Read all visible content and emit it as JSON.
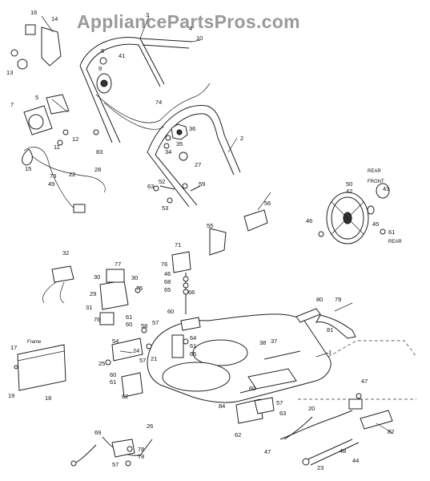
{
  "watermark": "AppliancePartsPros.com",
  "callouts": {
    "c1": "1",
    "c2": "2",
    "c3": "3",
    "c4": "4",
    "c5": "5",
    "c6": "6",
    "c7": "7",
    "c9": "9",
    "c10": "10",
    "c11": "11",
    "c12": "12",
    "c13": "13",
    "c14": "14",
    "c15": "15",
    "c16": "16",
    "c17": "17",
    "c18": "18",
    "c19": "19",
    "c20": "20",
    "c21": "21",
    "c22": "22",
    "c23": "23",
    "c24": "24",
    "c25": "25",
    "c26": "26",
    "c27": "27",
    "c28": "28",
    "c29": "29",
    "c30a": "30",
    "c30b": "30",
    "c31": "31",
    "c32": "32",
    "c33": "33",
    "c34": "34",
    "c35": "35",
    "c36": "36",
    "c37": "37",
    "c38": "38",
    "c41": "41",
    "c42": "42",
    "c43": "43",
    "c44": "44",
    "c45": "45",
    "c46a": "46",
    "c46b": "46",
    "c47a": "47",
    "c47b": "47",
    "c48": "48",
    "c49": "49",
    "c50": "50",
    "c52": "52",
    "c53": "53",
    "c54": "54",
    "c55": "55",
    "c56": "56",
    "c57a": "57",
    "c57b": "57",
    "c57c": "57",
    "c58": "58",
    "c59": "59",
    "c60a": "60",
    "c60b": "60",
    "c60c": "60",
    "c60d": "60",
    "c61a": "61",
    "c61b": "61",
    "c61c": "61",
    "c61d": "61",
    "c62a": "62",
    "c62b": "62",
    "c63a": "63",
    "c63b": "63",
    "c64": "64",
    "c65a": "65",
    "c65b": "65",
    "c66": "66",
    "c68": "68",
    "c69": "69",
    "c71": "71",
    "c73": "73",
    "c74": "74",
    "c75": "75",
    "c76a": "76",
    "c76b": "76",
    "c77": "77",
    "c78a": "78",
    "c78b": "78",
    "c79": "79",
    "c80": "80",
    "c81": "81",
    "c82": "82",
    "c83": "83",
    "c84": "84"
  },
  "labels": {
    "rear_top": "REAR",
    "front": "FRONT",
    "rear_bottom": "REAR",
    "frame": "Frame"
  }
}
